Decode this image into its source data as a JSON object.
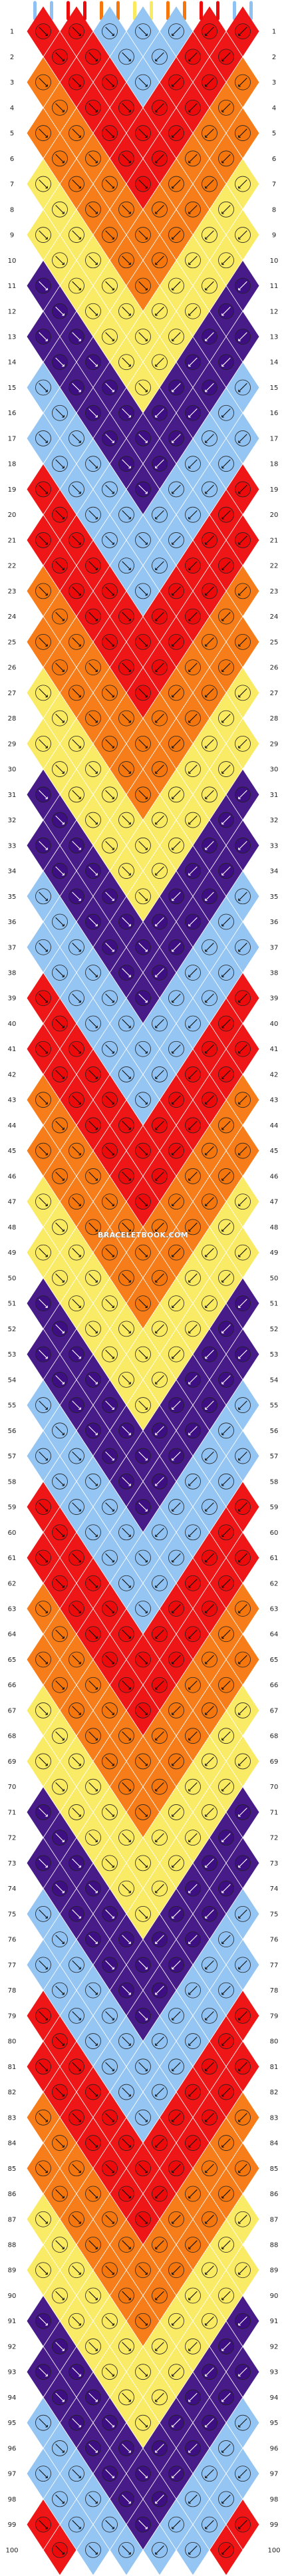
{
  "watermark": "BRACELETBOOK.COM",
  "pattern": {
    "rows": 100,
    "knots_per_row_even": 7,
    "knots_per_row_odd": 6,
    "colors": {
      "A": "#8fc2f2",
      "B": "#ed0a0a",
      "C": "#f5760d",
      "D": "#faea5f",
      "E": "#3d0f82",
      "W": "#ffffff"
    },
    "strand_order": [
      "A",
      "A",
      "B",
      "B",
      "C",
      "C",
      "D",
      "D",
      "C",
      "C",
      "B",
      "B",
      "A",
      "A"
    ],
    "palette_cycle": [
      "A",
      "B",
      "C",
      "D",
      "E"
    ],
    "row_numbers": [
      "1",
      "2",
      "3",
      "4",
      "5",
      "6",
      "7",
      "8",
      "9",
      "10",
      "11",
      "12",
      "13",
      "14",
      "15",
      "16",
      "17",
      "18",
      "19",
      "20",
      "21",
      "22",
      "23",
      "24",
      "25",
      "26",
      "27",
      "28",
      "29",
      "30",
      "31",
      "32",
      "33",
      "34",
      "35",
      "36",
      "37",
      "38",
      "39",
      "40",
      "41",
      "42",
      "43",
      "44",
      "45",
      "46",
      "47",
      "48",
      "49",
      "50",
      "51",
      "52",
      "53",
      "54",
      "55",
      "56",
      "57",
      "58",
      "59",
      "60",
      "61",
      "62",
      "63",
      "64",
      "65",
      "66",
      "67",
      "68",
      "69",
      "70",
      "71",
      "72",
      "73",
      "74",
      "75",
      "76",
      "77",
      "78",
      "79",
      "80",
      "81",
      "82",
      "83",
      "84",
      "85",
      "86",
      "87",
      "88",
      "89",
      "90",
      "91",
      "92",
      "93",
      "94",
      "95",
      "96",
      "97",
      "98",
      "99",
      "100"
    ]
  }
}
